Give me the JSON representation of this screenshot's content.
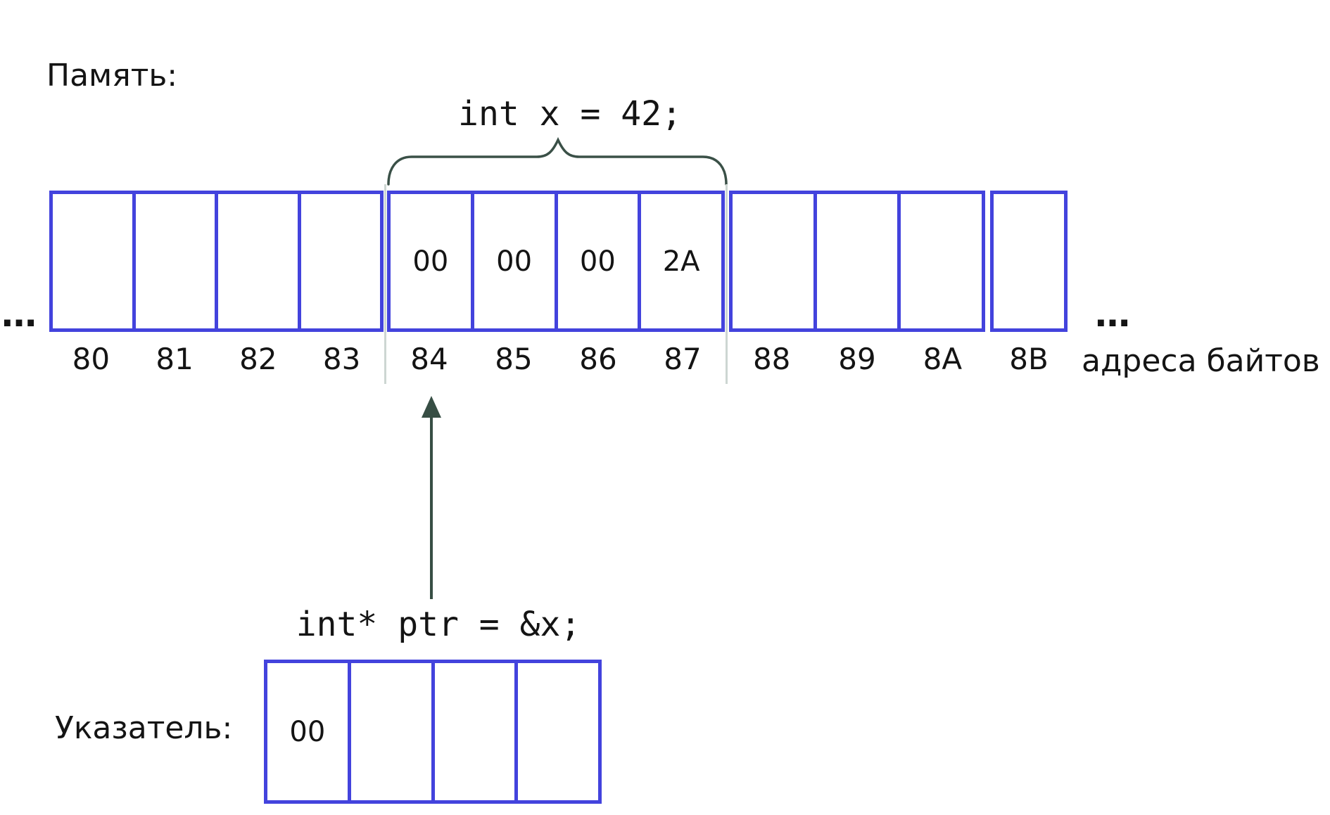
{
  "colors": {
    "cell_border": "#4343DD",
    "annotation": "#3A5047",
    "guide_line": "#CDD6D2",
    "text": "#141414"
  },
  "memory": {
    "section_label": "Память:",
    "code_label": "int x = 42;",
    "axis_label": "адреса байтов",
    "ellipsis_left": "…",
    "ellipsis_right": "…",
    "groups": [
      {
        "cells": [
          {
            "address": "80",
            "value": ""
          },
          {
            "address": "81",
            "value": ""
          },
          {
            "address": "82",
            "value": ""
          },
          {
            "address": "83",
            "value": ""
          }
        ]
      },
      {
        "cells": [
          {
            "address": "84",
            "value": "00"
          },
          {
            "address": "85",
            "value": "00"
          },
          {
            "address": "86",
            "value": "00"
          },
          {
            "address": "87",
            "value": "2A"
          }
        ]
      },
      {
        "cells": [
          {
            "address": "88",
            "value": ""
          },
          {
            "address": "89",
            "value": ""
          },
          {
            "address": "8A",
            "value": ""
          }
        ]
      },
      {
        "cells": [
          {
            "address": "8B",
            "value": ""
          }
        ]
      }
    ]
  },
  "pointer": {
    "section_label": "Указатель:",
    "code_label": "int* ptr = &x;",
    "cells": [
      {
        "value": "00"
      },
      {
        "value": ""
      },
      {
        "value": ""
      },
      {
        "value": ""
      }
    ]
  }
}
